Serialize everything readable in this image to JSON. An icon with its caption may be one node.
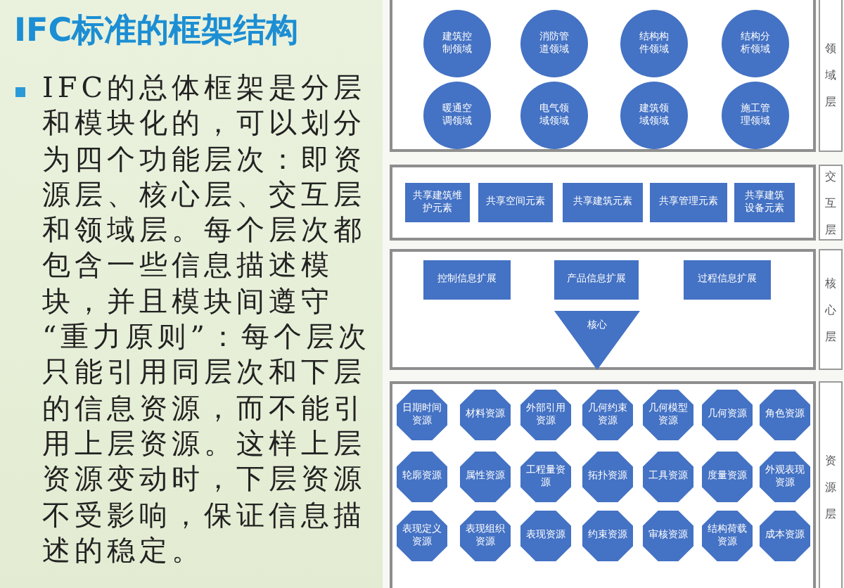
{
  "diagram": {
    "title": "IFC标准的框架结构",
    "nodes": [
      {
        "text": [],
        "shape": "box"
      },
      {
        "text": [
          "建筑控制领域"
        ],
        "in": 0
      },
      {
        "text": [
          "消防管道领域"
        ],
        "in": 0
      },
      {
        "text": [
          "结构构件领域"
        ],
        "in": 0
      },
      {
        "text": [
          "结构分析领域"
        ],
        "in": 0
      },
      {
        "text": [
          "暖通空调领域"
        ],
        "in": 0
      },
      {
        "text": [
          "电气领域领域"
        ],
        "in": 0
      },
      {
        "text": [
          "建筑领域领域"
        ],
        "in": 0
      },
      {
        "text": [
          "施工管理领域"
        ],
        "in": 0
      },
      {
        "text": [
          "领域层"
        ]
      },
      {
        "text": [],
        "shape": "box"
      },
      {
        "text": [
          "共享建筑维护元素"
        ],
        "in": 10
      },
      {
        "text": [
          "共享空间元素"
        ],
        "in": 10
      },
      {
        "text": [
          "共享建筑元素"
        ],
        "in": 10
      },
      {
        "text": [
          "共享管理元素"
        ],
        "in": 10
      },
      {
        "text": [
          "共享建筑设备元素"
        ],
        "in": 10
      },
      {
        "text": [
          "交互层"
        ]
      },
      {
        "text": [],
        "shape": "box"
      },
      {
        "text": [
          "控制信息扩展"
        ],
        "in": 17
      },
      {
        "text": [
          "产品信息扩展"
        ],
        "in": 17
      },
      {
        "text": [
          "过程信息扩展"
        ],
        "in": 17
      },
      {
        "text": [
          "核心"
        ],
        "in": 17
      },
      {
        "text": [
          "核心层"
        ]
      },
      {
        "text": [],
        "shape": "box"
      },
      {
        "text": [
          "日期时间资源"
        ],
        "in": 23
      },
      {
        "text": [
          "材料资源"
        ],
        "in": 23
      },
      {
        "text": [
          "外部引用资源"
        ],
        "in": 23
      },
      {
        "text": [
          "几何约束资源"
        ],
        "in": 23
      },
      {
        "text": [
          "几何模型资源"
        ],
        "in": 23
      },
      {
        "text": [
          "几何资源"
        ],
        "in": 23
      },
      {
        "text": [
          "角色资源"
        ],
        "in": 23
      },
      {
        "text": [
          "轮廓资源"
        ],
        "in": 23
      },
      {
        "text": [
          "属性资源"
        ],
        "in": 23
      },
      {
        "text": [
          "工程量资源"
        ],
        "in": 23
      },
      {
        "text": [
          "拓扑资源"
        ],
        "in": 23
      },
      {
        "text": [
          "工具资源"
        ],
        "in": 23
      },
      {
        "text": [
          "度量资源"
        ],
        "in": 23
      },
      {
        "text": [
          "外观表现资源"
        ],
        "in": 23
      },
      {
        "text": [
          "表现定义资源"
        ],
        "in": 23
      },
      {
        "text": [
          "表现组织资源"
        ],
        "in": 23
      },
      {
        "text": [
          "表现资源"
        ],
        "in": 23
      },
      {
        "text": [
          "约束资源"
        ],
        "in": 23
      },
      {
        "text": [
          "审核资源"
        ],
        "in": 23
      },
      {
        "text": [
          "结构荷载资源"
        ],
        "in": 23
      },
      {
        "text": [
          "成本资源"
        ],
        "in": 23
      },
      {
        "text": [
          "资源层"
        ]
      }
    ],
    "labels": [
      "IFC的总体框架是分层和模块化的，可以划分为四个功能层次：即资源层、核心层、交互层和领域层。每个层次都包含一些信息描述模块，并且模块间遵守 “重力原则”：每个层次只能引用同层次和下层的信息资源，而不能引用上层资源。这样上层资源变动时，下层资源不受影响，保证信息描述的稳定。"
    ]
  }
}
